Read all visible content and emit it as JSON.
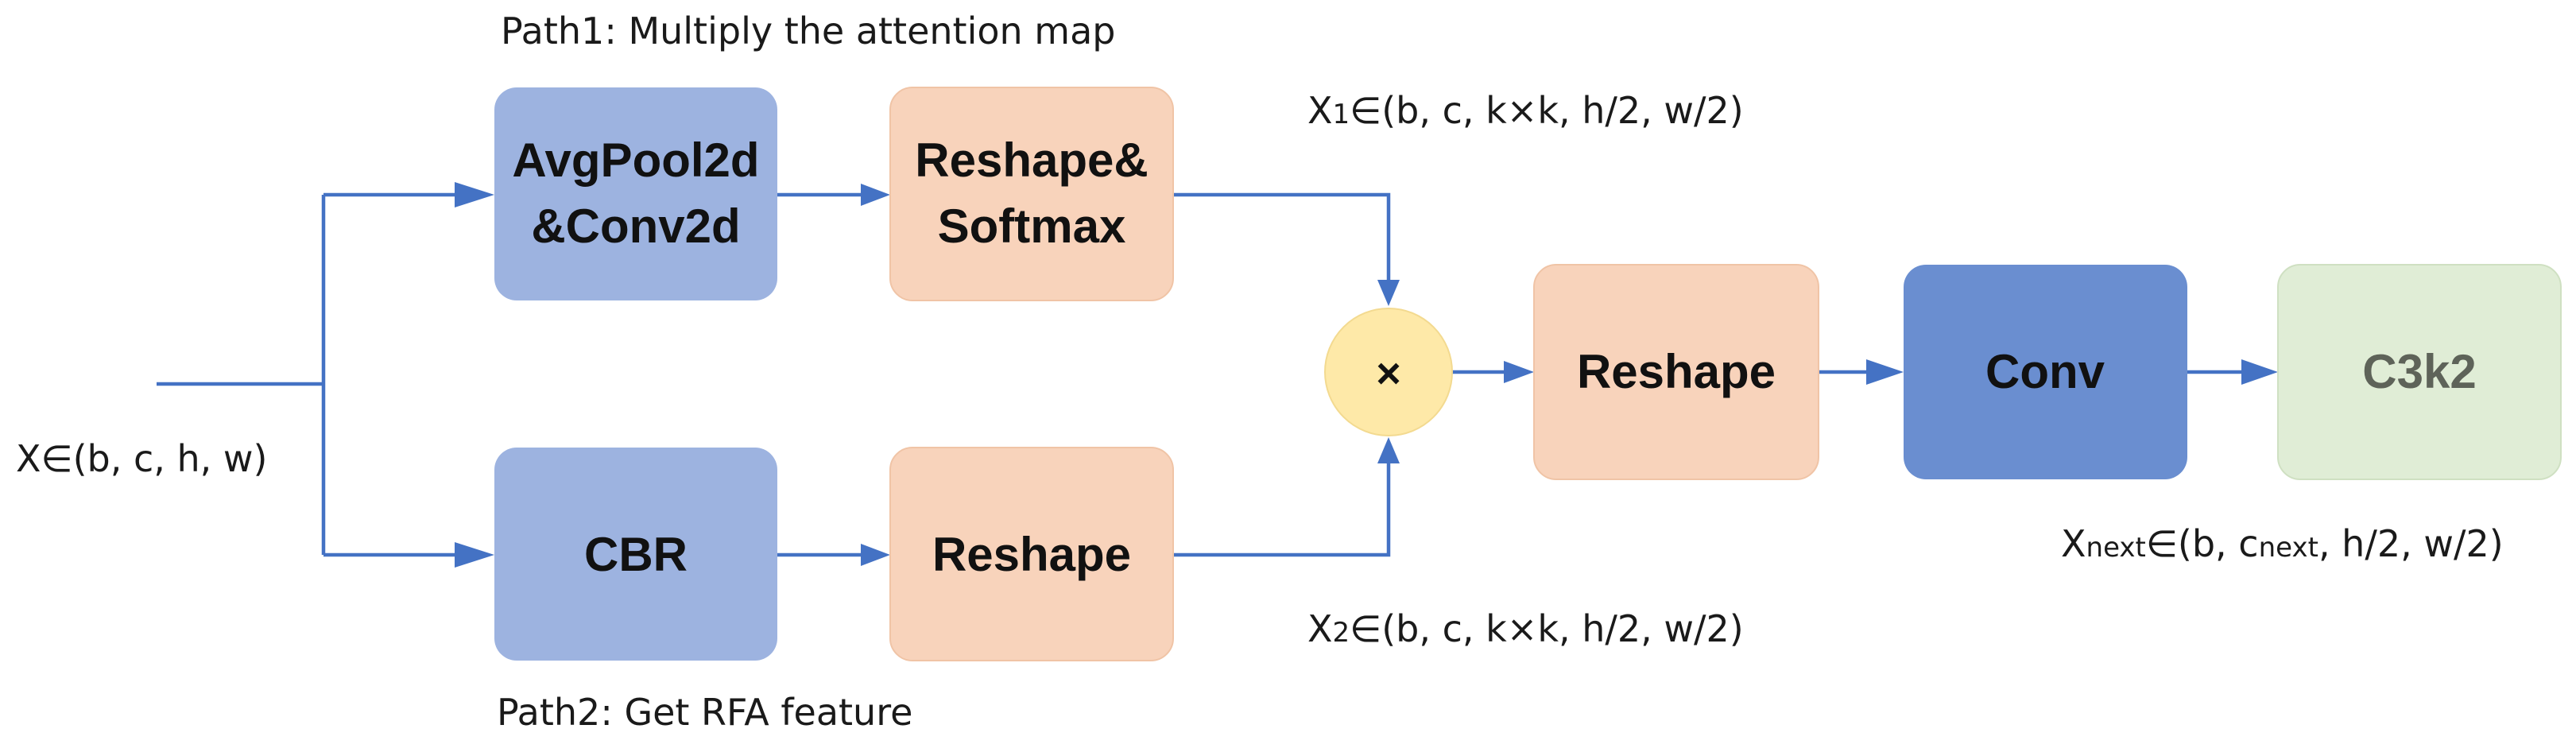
{
  "colors": {
    "arrow": "#4472C4",
    "pool_box": "#9DB3E0",
    "reshape_box": "#F8D3BB",
    "conv_box": "#6A8ED0",
    "c3k2_box": "#E0EDD6",
    "multiply_node": "#FEE9A8"
  },
  "nodes": {
    "pool_line1": "AvgPool2d",
    "pool_line2": "&Conv2d",
    "reshape_softmax_line1": "Reshape&",
    "reshape_softmax_line2": "Softmax",
    "cbr": "CBR",
    "reshape_bottom": "Reshape",
    "multiply": "×",
    "reshape_out": "Reshape",
    "conv": "Conv",
    "c3k2": "C3k2"
  },
  "labels": {
    "path1": "Path1: Multiply the attention map",
    "path2": "Path2: Get RFA feature",
    "input": "X∈(b, c, h, w)",
    "x1_main": "X",
    "x1_sub": "1",
    "x1_shape": "∈(b, c, k×k, h/2, w/2)",
    "x2_main": "X",
    "x2_sub": "2",
    "x2_shape": "∈(b, c, k×k, h/2, w/2)",
    "xnext_main": "X",
    "xnext_sub": "next",
    "xnext_mid": "∈(b, c",
    "xnext_sub2": "next",
    "xnext_end": ", h/2, w/2)"
  }
}
